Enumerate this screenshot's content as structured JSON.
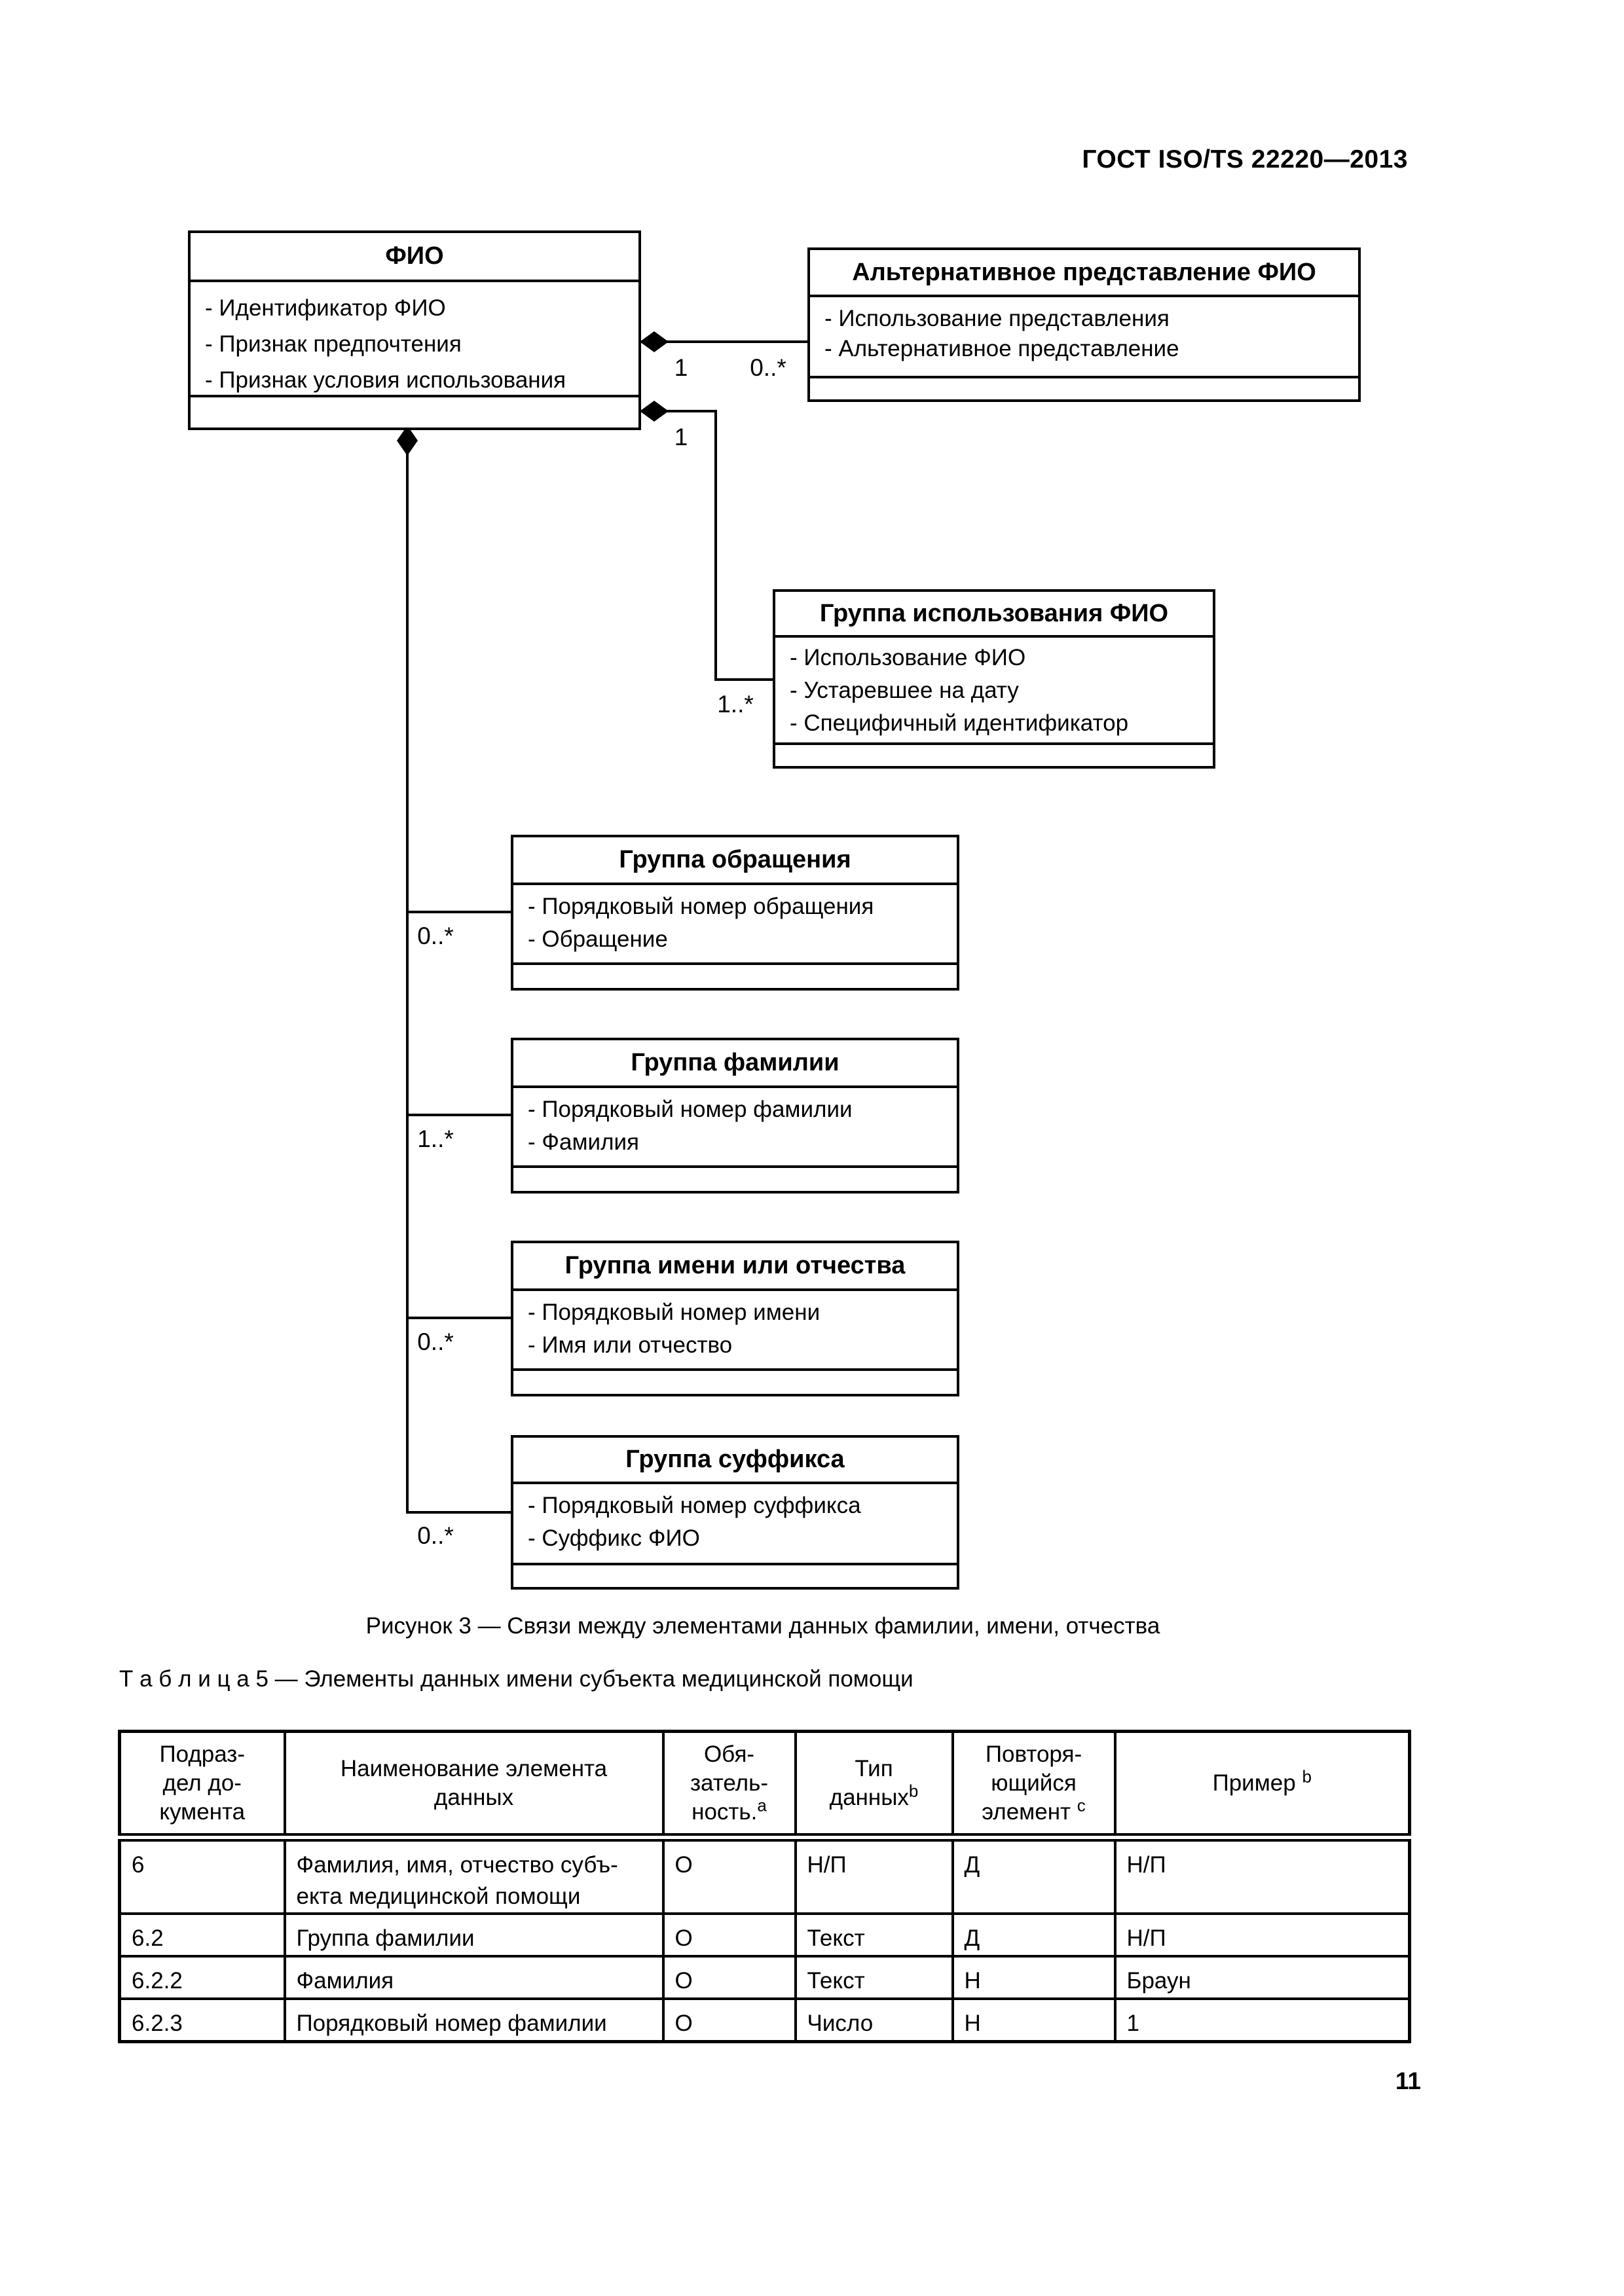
{
  "page": {
    "header": "ГОСТ ISO/TS 22220—2013",
    "page_number": "11",
    "figure_caption": "Рисунок 3 — Связи между элементами данных фамилии, имени, отчества",
    "table_title": "Т а б л и ц а  5 — Элементы данных имени субъекта медицинской помощи"
  },
  "diagram": {
    "boxes": [
      {
        "id": "fio",
        "title": "ФИО",
        "attributes": [
          "- Идентификатор ФИО",
          "- Признак предпочтения",
          "- Признак условия использования"
        ]
      },
      {
        "id": "alt",
        "title": "Альтернативное представление ФИО",
        "attributes": [
          "- Использование представления",
          "- Альтернативное представление"
        ]
      },
      {
        "id": "usage",
        "title": "Группа использования ФИО",
        "attributes": [
          "- Использование ФИО",
          "- Устаревшее на дату",
          "- Специфичный идентификатор"
        ]
      },
      {
        "id": "appeal",
        "title": "Группа обращения",
        "attributes": [
          "- Порядковый номер обращения",
          "- Обращение"
        ]
      },
      {
        "id": "family",
        "title": "Группа фамилии",
        "attributes": [
          "- Порядковый номер фамилии",
          "- Фамилия"
        ]
      },
      {
        "id": "given",
        "title": "Группа имени или отчества",
        "attributes": [
          "- Порядковый номер имени",
          "- Имя или отчество"
        ]
      },
      {
        "id": "suffix",
        "title": "Группа суффикса",
        "attributes": [
          "- Порядковый номер суффикса",
          "- Суффикс ФИО"
        ]
      }
    ],
    "multiplicities": {
      "alt_source": "1",
      "alt_target": "0..*",
      "usage_source": "1",
      "usage_target": "1..*",
      "appeal_target": "0..*",
      "family_target": "1..*",
      "given_target": "0..*",
      "suffix_target": "0..*"
    }
  },
  "table": {
    "headers": [
      {
        "text": "Подраз-\nдел до-\nкумента",
        "sup": ""
      },
      {
        "text": "Наименование элемента\nданных",
        "sup": ""
      },
      {
        "text": "Обя-\nзатель-\nность.",
        "sup": "a"
      },
      {
        "text": "Тип\nданных",
        "sup": "b"
      },
      {
        "text": "Повторя-\nющийся\nэлемент ",
        "sup": "c"
      },
      {
        "text": "Пример ",
        "sup": "b"
      }
    ],
    "rows": [
      [
        "6",
        "Фамилия, имя, отчество субъ-\nекта медицинской помощи",
        "О",
        "Н/П",
        "Д",
        "Н/П"
      ],
      [
        "6.2",
        "Группа фамилии",
        "О",
        "Текст",
        "Д",
        "Н/П"
      ],
      [
        "6.2.2",
        "Фамилия",
        "О",
        "Текст",
        "Н",
        "Браун"
      ],
      [
        "6.2.3",
        "Порядковый номер фамилии",
        "О",
        "Число",
        "Н",
        "1"
      ]
    ]
  }
}
